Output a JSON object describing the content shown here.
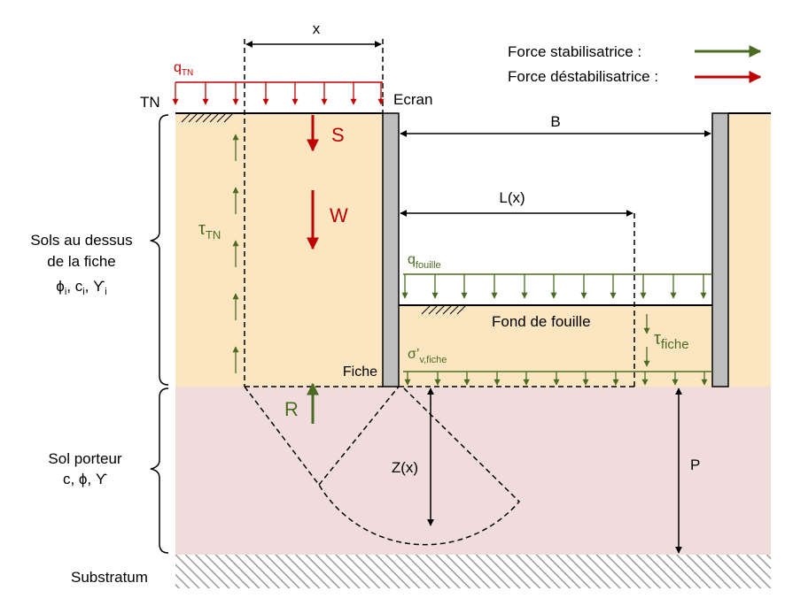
{
  "legend": {
    "stabilizing": "Force stabilisatrice :",
    "destabilizing": "Force déstabilisatrice :"
  },
  "labels": {
    "x": "x",
    "q_tn": "q",
    "q_tn_sub": "TN",
    "tn": "TN",
    "ecran": "Ecran",
    "b": "B",
    "s": "S",
    "w": "W",
    "r": "R",
    "lx": "L(x)",
    "tau_tn": "τ",
    "tau_tn_sub": "TN",
    "q_fouille": "q",
    "q_fouille_sub": "fouille",
    "fond": "Fond de fouille",
    "tau_fiche": "τ",
    "tau_fiche_sub": "fiche",
    "sigma": "σ’",
    "sigma_sub": "v,fiche",
    "fiche": "Fiche",
    "zx": "Z(x)",
    "p": "P",
    "upper_soil_1": "Sols au dessus",
    "upper_soil_2": "de la fiche",
    "upper_params": "ϕ",
    "upper_params_i1": "i",
    "upper_params_c": ", c",
    "upper_params_i2": "i",
    "upper_params_g": ", ϒ",
    "upper_params_i3": "i",
    "bearing_1": "Sol porteur",
    "bearing_2": "c, ϕ, ϒ",
    "substratum": "Substratum"
  },
  "colors": {
    "upper_soil": "#fce6c2",
    "bearing_soil": "#f1dcdc",
    "wall": "#bdbdbd",
    "stabilizing": "#4a6b22",
    "destabilizing": "#c00000",
    "line": "#000000"
  }
}
